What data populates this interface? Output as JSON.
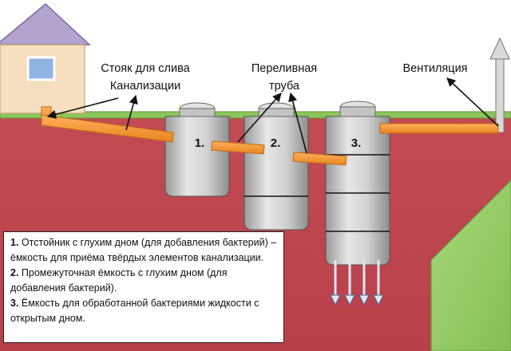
{
  "labels": {
    "riser": [
      "Стояк для слива",
      "Канализации"
    ],
    "overflow": [
      "Переливная",
      "труба"
    ],
    "vent": "Вентиляция"
  },
  "tanks": [
    {
      "number": "1."
    },
    {
      "number": "2."
    },
    {
      "number": "3."
    }
  ],
  "legend": [
    {
      "num": "1.",
      "text": "Отстойник с глухим дном (для добавления бактерий) – ёмкость для приёма твёрдых элементов канализации."
    },
    {
      "num": "2.",
      "text": "Промежуточная ёмкость с глухим дном (для добавления бактерий)."
    },
    {
      "num": "3.",
      "text": "Ёмкость для обработанной бактериями жидкости с открытым дном."
    }
  ],
  "colors": {
    "soil": "#c0474f",
    "grass": "#8cc65a",
    "pipe": "#f39a3c",
    "tank": "#c6c6c6",
    "house_wall": "#f6dfbf",
    "roof": "#b3a3cf",
    "window": "#8fb4e3",
    "hill": "#96cc6a"
  }
}
